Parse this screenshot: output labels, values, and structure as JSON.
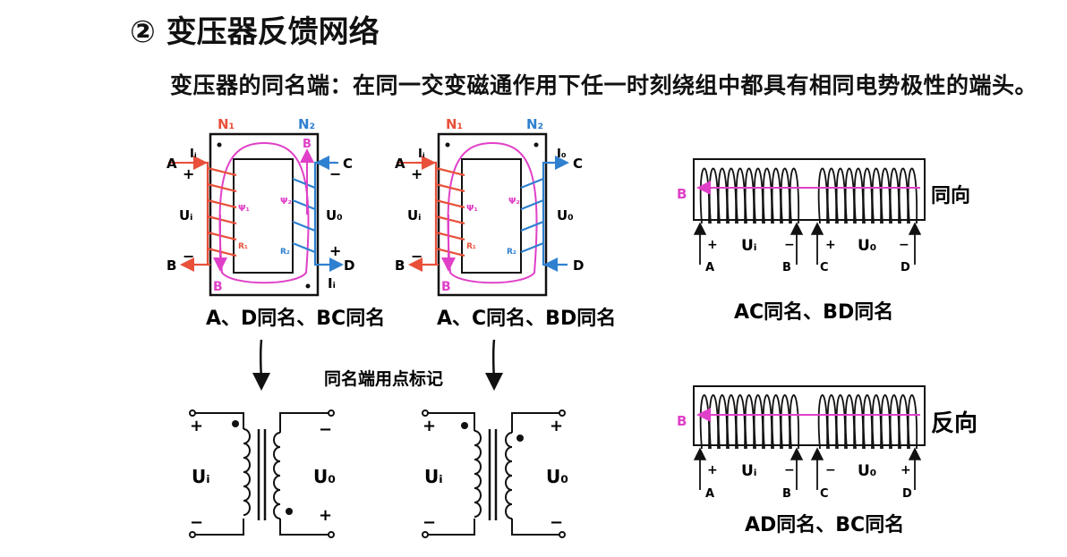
{
  "title": "② 变压器反馈网络",
  "definition": "变压器的同名端：在同一交变磁通作用下任一时刻绕组中都具有相同电势极性的端头。",
  "core1": {
    "n1": "N₁",
    "n2": "N₂",
    "b_top": "B",
    "b_bottom": "B",
    "ii": "Iᵢ",
    "ii_out": "Iᵢ",
    "a": "A",
    "b": "B",
    "c": "C",
    "d": "D",
    "ui": "Uᵢ",
    "uo": "U₀",
    "psi1": "Ψ₁",
    "psi2": "Ψ₂",
    "r1": "R₁",
    "r2": "R₂",
    "plus_a": "+",
    "minus_b": "−",
    "minus_c": "−",
    "plus_d": "+",
    "caption": "A、D同名、BC同名"
  },
  "core2": {
    "n1": "N₁",
    "n2": "N₂",
    "b_bottom": "B",
    "ii": "Iᵢ",
    "io": "I₀",
    "a": "A",
    "b": "B",
    "c": "C",
    "d": "D",
    "ui": "Uᵢ",
    "uo": "U₀",
    "psi1": "Ψ₁",
    "psi2": "Ψ₂",
    "r1": "R₁",
    "r2": "R₂",
    "plus_a": "+",
    "minus_b": "−",
    "caption": "A、C同名、BD同名"
  },
  "dot_label": "同名端用点标记",
  "schem1": {
    "ui": "Uᵢ",
    "uo": "U₀",
    "p1": "+",
    "m1": "−",
    "p2": "+",
    "m2": "−"
  },
  "schem2": {
    "ui": "Uᵢ",
    "uo": "U₀",
    "p1": "+",
    "m1": "−",
    "p2": "+",
    "m2": "−"
  },
  "coil_top": {
    "b": "B",
    "direction": "同向",
    "a": "A",
    "bb": "B",
    "c": "C",
    "d": "D",
    "ui": "Uᵢ",
    "uo": "U₀",
    "p1": "+",
    "m1": "−",
    "p2": "+",
    "m2": "−",
    "caption": "AC同名、BD同名"
  },
  "coil_bottom": {
    "b": "B",
    "direction": "反向",
    "a": "A",
    "bb": "B",
    "c": "C",
    "d": "D",
    "ui": "Uᵢ",
    "uo": "U₀",
    "p1": "+",
    "m1": "−",
    "p2": "−",
    "m2": "+",
    "caption": "AD同名、BC同名"
  },
  "colors": {
    "primary": "#e8503a",
    "secondary": "#2f80d0",
    "flux": "#e040c8",
    "ink": "#111111"
  }
}
